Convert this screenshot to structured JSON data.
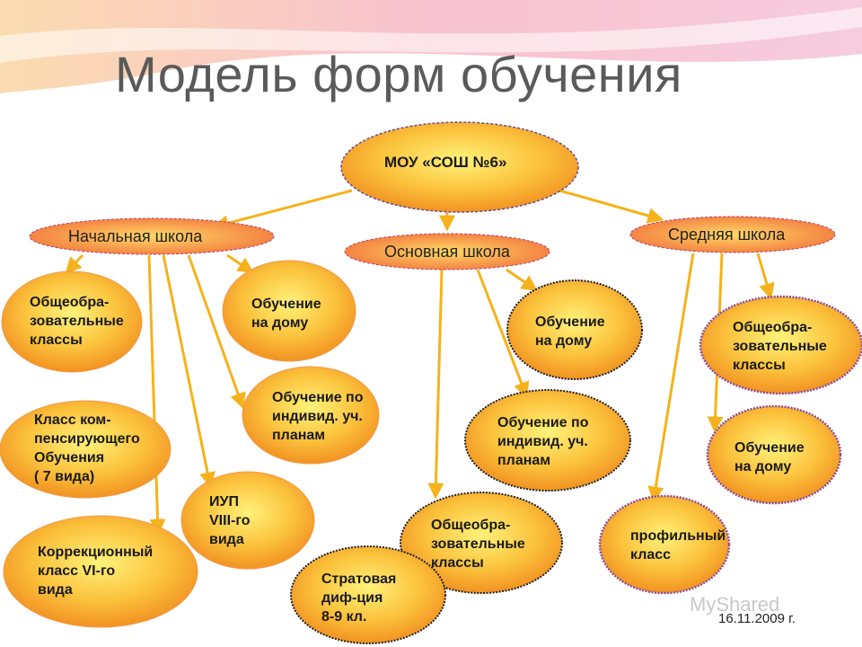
{
  "title": "Модель форм обучения",
  "root": "МОУ «СОШ №6»",
  "levels": {
    "primary": "Начальная школа",
    "basic": "Основная школа",
    "secondary": "Средняя школа"
  },
  "primary_nodes": {
    "general": "Общеобра-\nзовательные\nклассы",
    "home": "Обучение\nна дому",
    "individual": "Обучение по\nиндивид. уч.\nпланам",
    "compensating": "Класс ком-\nпенсирующего\nОбучения\n( 7 вида)",
    "iup": "ИУП\nVIII-го\nвида",
    "correctional": "Коррекционный\nкласс VI-го\nвида"
  },
  "basic_nodes": {
    "home": "Обучение\nна дому",
    "individual": "Обучение по\nиндивид. уч.\nпланам",
    "general": "Общеобра-\nзовательные\nклассы",
    "strata": "Стратовая\nдиф-ция\n8-9 кл."
  },
  "secondary_nodes": {
    "general": "Общеобра-\nзовательные\nклассы",
    "home": "Обучение\nна дому",
    "profile": "профильный\nкласс"
  },
  "date": "16.11.2009 г.",
  "watermark": "MyShared",
  "colors": {
    "oval_center": "#fff27a",
    "oval_edge": "#f08a1e",
    "line": "#f5b21b",
    "title": "#5a5a5a"
  }
}
